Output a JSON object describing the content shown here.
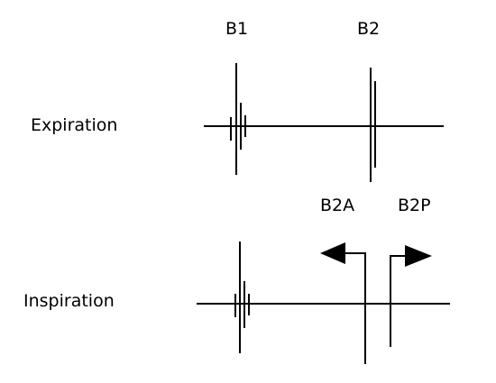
{
  "labels": {
    "b1": "B1",
    "b2": "B2",
    "expiration": "Expiration",
    "b2a": "B2A",
    "b2p": "B2P",
    "inspiration": "Inspiration"
  },
  "colors": {
    "ink": "#000000",
    "background": "#ffffff"
  }
}
